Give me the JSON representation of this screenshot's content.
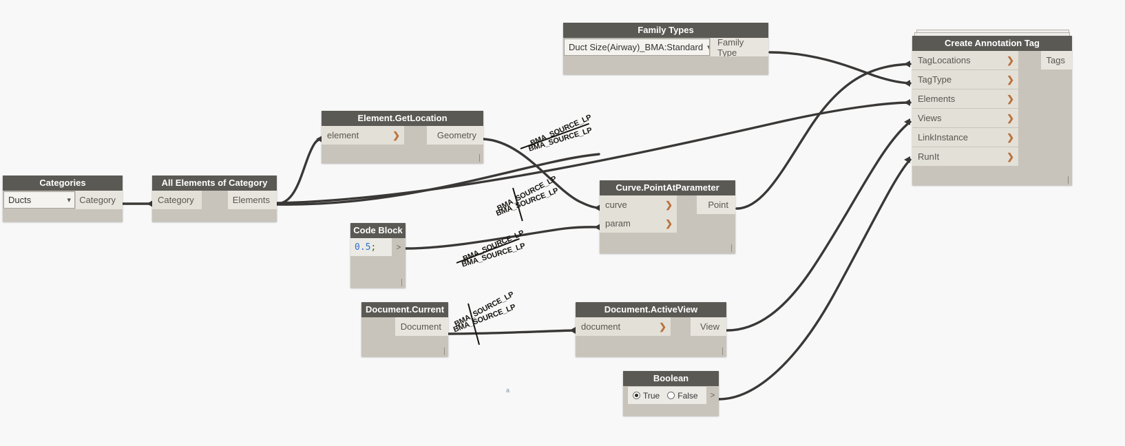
{
  "canvas": {
    "background": "#f8f8f8",
    "wire_color": "#3a3836",
    "header_color": "#5b5954",
    "body_color": "#c8c4bb",
    "port_color": "#e3e0d8",
    "chevron_color": "#b9723c"
  },
  "nodes": [
    {
      "id": "categories",
      "title": "Categories",
      "dropdown_value": "Ducts",
      "caret_icon": "chevron-down-icon",
      "outputs": [
        "Category"
      ],
      "inputs": []
    },
    {
      "id": "all-elements-of-category",
      "title": "All Elements of Category",
      "inputs": [
        "Category"
      ],
      "outputs": [
        "Elements"
      ]
    },
    {
      "id": "element-getlocation",
      "title": "Element.GetLocation",
      "inputs": [
        "element"
      ],
      "outputs": [
        "Geometry"
      ]
    },
    {
      "id": "family-types",
      "title": "Family Types",
      "dropdown_value": "Duct Size(Airway)_BMA:Standard",
      "caret_icon": "chevron-down-icon",
      "outputs": [
        "Family Type"
      ],
      "inputs": []
    },
    {
      "id": "code-block",
      "title": "Code Block",
      "code_number": "0.5",
      "code_terminator": ";",
      "outputs": [
        ">"
      ],
      "inputs": []
    },
    {
      "id": "curve-pointatparameter",
      "title": "Curve.PointAtParameter",
      "inputs": [
        "curve",
        "param"
      ],
      "outputs": [
        "Point"
      ]
    },
    {
      "id": "document-current",
      "title": "Document.Current",
      "inputs": [],
      "outputs": [
        "Document"
      ]
    },
    {
      "id": "document-activeview",
      "title": "Document.ActiveView",
      "inputs": [
        "document"
      ],
      "outputs": [
        "View"
      ]
    },
    {
      "id": "boolean",
      "title": "Boolean",
      "options": [
        "True",
        "False"
      ],
      "selected": "True",
      "outputs": [
        ">"
      ],
      "inputs": []
    },
    {
      "id": "create-annotation-tag",
      "title": "Create Annotation Tag",
      "inputs": [
        "TagLocations",
        "TagType",
        "Elements",
        "Views",
        "LinkInstance",
        "RunIt"
      ],
      "outputs": [
        "Tags"
      ]
    }
  ],
  "watermarks": [
    {
      "text": "BMA_SOURCE_LP"
    },
    {
      "text": "BMA_SOURCE_LP"
    },
    {
      "text": "BMA_SOURCE_LP"
    },
    {
      "text": "BMA_SOURCE_LP"
    }
  ],
  "misc": {
    "tiny_glyph": "a"
  }
}
